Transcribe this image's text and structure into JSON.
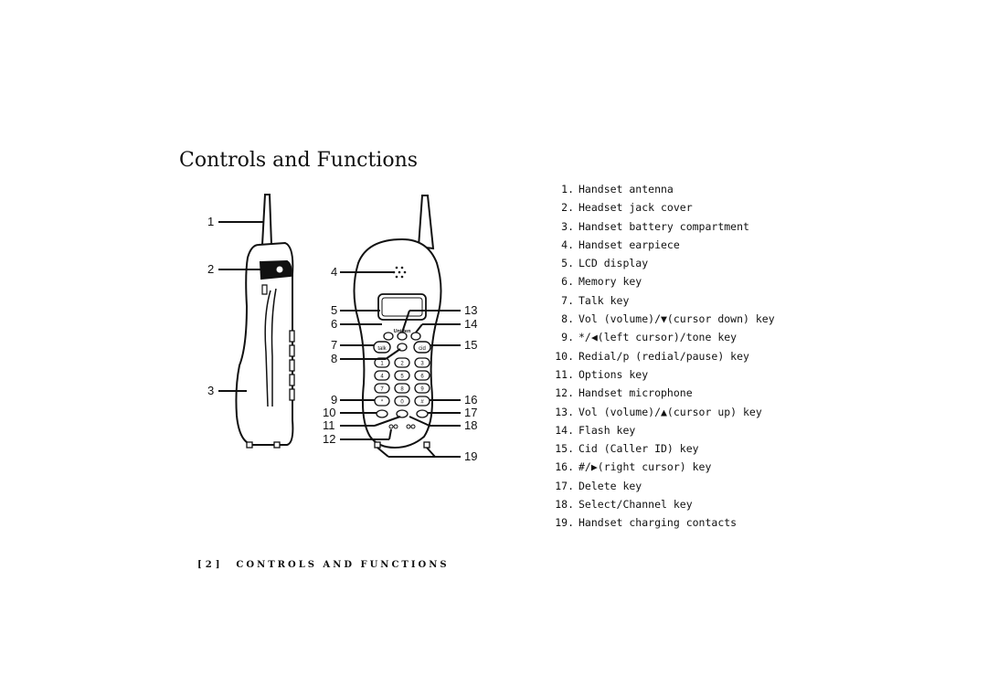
{
  "page": {
    "title": "Controls and Functions"
  },
  "figure": {
    "callouts": [
      "1",
      "2",
      "3",
      "4",
      "5",
      "6",
      "7",
      "8",
      "9",
      "10",
      "11",
      "12",
      "13",
      "14",
      "15",
      "16",
      "17",
      "18",
      "19"
    ],
    "brand": "Uniden",
    "keys": {
      "talk": "talk",
      "cid": "cid",
      "digits": [
        "1",
        "2",
        "3",
        "4",
        "5",
        "6",
        "7",
        "8",
        "9",
        "*",
        "0",
        "#"
      ]
    }
  },
  "items": [
    {
      "num": "1.",
      "text": "Handset antenna"
    },
    {
      "num": "2.",
      "text": "Headset jack cover"
    },
    {
      "num": "3.",
      "text": "Handset battery compartment"
    },
    {
      "num": "4.",
      "text": "Handset earpiece"
    },
    {
      "num": "5.",
      "text": "LCD display"
    },
    {
      "num": "6.",
      "text": "Memory key"
    },
    {
      "num": "7.",
      "text": "Talk key"
    },
    {
      "num": "8.",
      "text": "Vol (volume)/▼(cursor down) key"
    },
    {
      "num": "9.",
      "text": "*/◀(left cursor)/tone key"
    },
    {
      "num": "10.",
      "text": "Redial/p (redial/pause) key"
    },
    {
      "num": "11.",
      "text": "Options key"
    },
    {
      "num": "12.",
      "text": "Handset microphone"
    },
    {
      "num": "13.",
      "text": "Vol (volume)/▲(cursor up) key"
    },
    {
      "num": "14.",
      "text": "Flash key"
    },
    {
      "num": "15.",
      "text": "Cid (Caller ID) key"
    },
    {
      "num": "16.",
      "text": "#/▶(right cursor) key"
    },
    {
      "num": "17.",
      "text": "Delete key"
    },
    {
      "num": "18.",
      "text": "Select/Channel key"
    },
    {
      "num": "19.",
      "text": "Handset charging contacts"
    }
  ],
  "footer": {
    "page": "[2]",
    "section": "CONTROLS AND FUNCTIONS"
  }
}
